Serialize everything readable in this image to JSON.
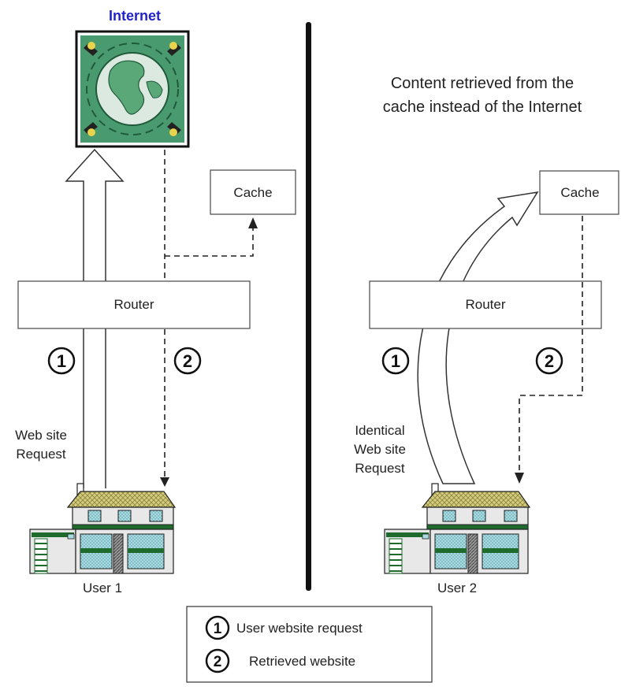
{
  "left": {
    "internet_label": "Internet",
    "cache_label": "Cache",
    "router_label": "Router",
    "step1": "1",
    "step2": "2",
    "request_line1": "Web site",
    "request_line2": "Request",
    "user_label": "User 1"
  },
  "right": {
    "caption_line1": "Content retrieved from the",
    "caption_line2": "cache instead of the Internet",
    "cache_label": "Cache",
    "router_label": "Router",
    "step1": "1",
    "step2": "2",
    "request_line1": "Identical",
    "request_line2": "Web site",
    "request_line3": "Request",
    "user_label": "User 2"
  },
  "legend": {
    "items": [
      {
        "num": "1",
        "text": "User website request"
      },
      {
        "num": "2",
        "text": "Retrieved website"
      }
    ]
  },
  "colors": {
    "internet_label": "#2323c8",
    "globe_bg": "#4a9a70",
    "house_roof": "#c8c070",
    "house_window": "#9fd6d8",
    "house_trim": "#1e6b2d"
  }
}
